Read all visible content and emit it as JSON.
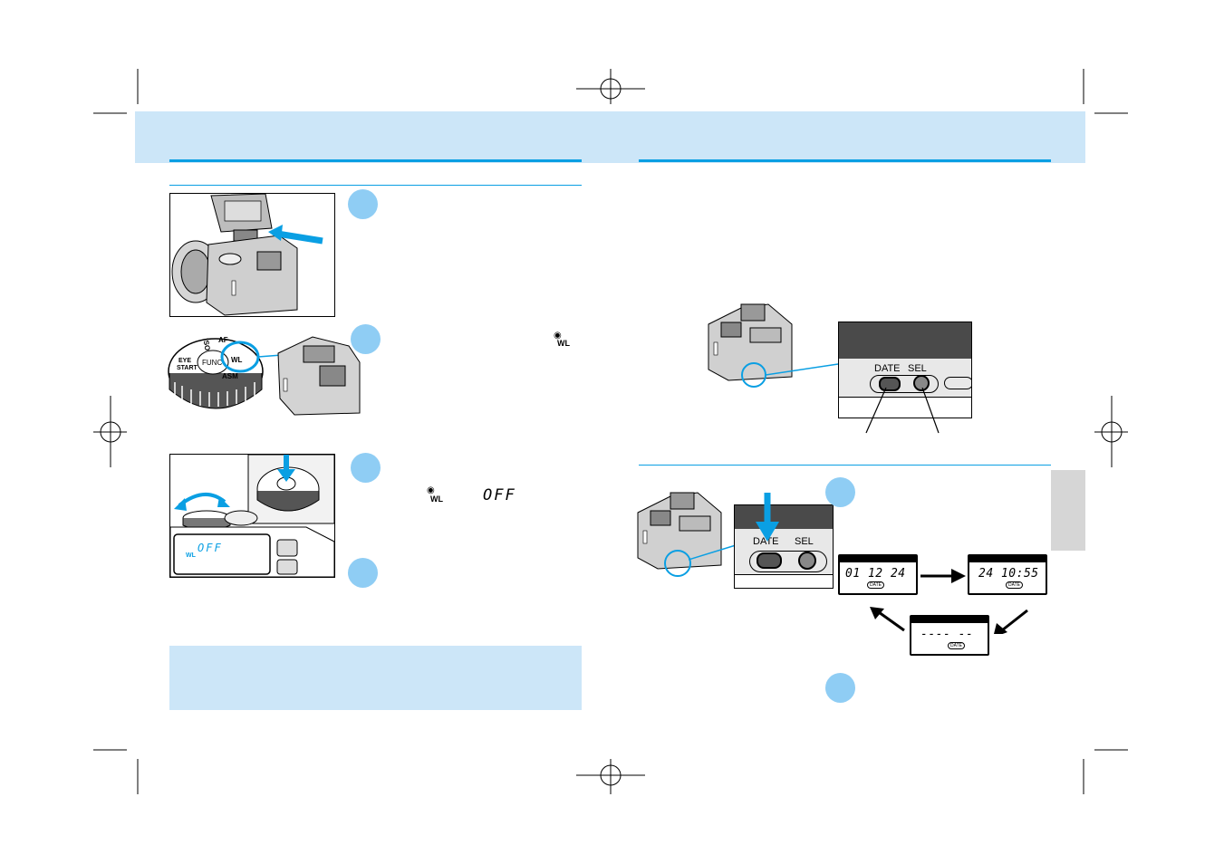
{
  "accent_colors": {
    "header_band": "#cce6f8",
    "rule": "#0a9fe3",
    "step_circle": "#8fcdf4",
    "side_tab": "#d6d6d6"
  },
  "left_page": {
    "step2_symbol_label": "WL",
    "step3_symbol_label": "WL",
    "step3_display_text": "OFF",
    "figure3_display_text": "OFF",
    "figure3_display_label": "WL",
    "dial_labels": [
      "FUNC",
      "ISO",
      "AF",
      "WL",
      "ASM",
      "EYE START"
    ]
  },
  "right_page": {
    "closeup_buttons": {
      "date": "DATE",
      "sel": "SEL"
    },
    "step1_buttons": {
      "date": "DATE",
      "sel": "SEL"
    },
    "lcd_screens": [
      {
        "value": "01 12  24",
        "tag": "DATE"
      },
      {
        "value": "24 10:55",
        "tag": "DATE"
      },
      {
        "value": "---- --",
        "tag": "DATE"
      }
    ]
  }
}
